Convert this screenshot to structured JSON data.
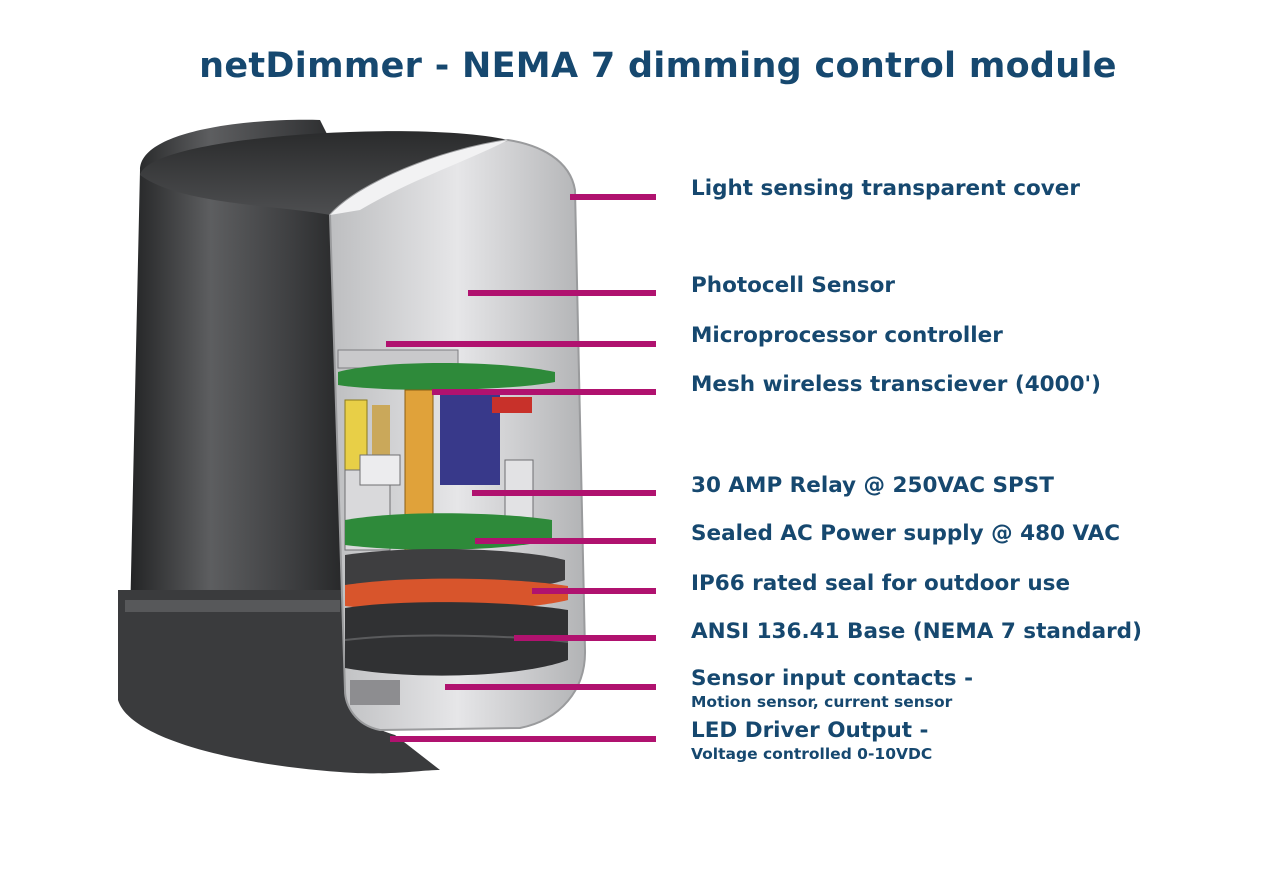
{
  "title": "netDimmer - NEMA 7 dimming control module",
  "colors": {
    "title": "#16486f",
    "leader": "#b0126f",
    "housing": "#4a4b4d",
    "cover": "#d4d4d6",
    "pcb": "#2e8a3a",
    "seal": "#d8552c"
  },
  "callouts": [
    {
      "label": "Light sensing transparent cover"
    },
    {
      "label": "Photocell Sensor"
    },
    {
      "label": "Microprocessor controller"
    },
    {
      "label": "Mesh wireless transciever (4000')"
    },
    {
      "label": "30 AMP Relay @ 250VAC SPST"
    },
    {
      "label": "Sealed AC Power supply @ 480 VAC"
    },
    {
      "label": "IP66 rated seal for outdoor use"
    },
    {
      "label": "ANSI 136.41 Base (NEMA 7 standard)"
    },
    {
      "label": "Sensor input contacts -",
      "sublabel": "Motion sensor, current sensor"
    },
    {
      "label": "LED Driver Output -",
      "sublabel": "Voltage controlled 0-10VDC"
    }
  ]
}
